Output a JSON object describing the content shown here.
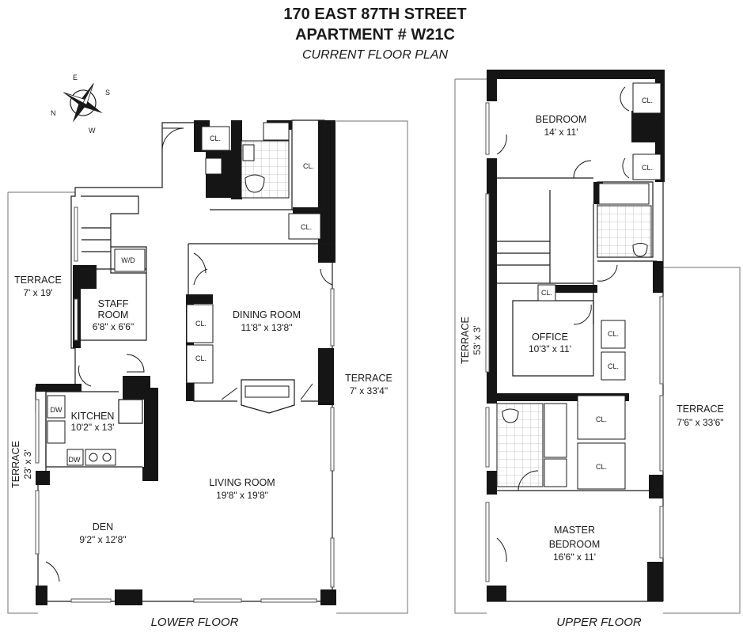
{
  "header": {
    "address": "170 EAST 87TH STREET",
    "apartment": "APARTMENT # W21C",
    "subtitle": "CURRENT FLOOR PLAN"
  },
  "compass": {
    "n": "N",
    "e": "E",
    "s": "S",
    "w": "W"
  },
  "lower_floor": {
    "label": "LOWER FLOOR",
    "rooms": [
      {
        "name": "TERRACE",
        "dims": "7' x 19'"
      },
      {
        "name": "STAFF",
        "name2": "ROOM",
        "dims": "6'8\" x 6'6\""
      },
      {
        "name": "DINING ROOM",
        "dims": "11'8\" x 13'8\""
      },
      {
        "name": "TERRACE",
        "dims": "7' x 33'4\""
      },
      {
        "name": "KITCHEN",
        "dims": "10'2\" x 13'"
      },
      {
        "name": "TERRACE",
        "dims": "23' x 3'"
      },
      {
        "name": "LIVING ROOM",
        "dims": "19'8\" x 19'8\""
      },
      {
        "name": "DEN",
        "dims": "9'2\" x 12'8\""
      }
    ],
    "closet_label": "CL.",
    "wd_label": "W/D",
    "dw_label": "DW"
  },
  "upper_floor": {
    "label": "UPPER FLOOR",
    "rooms": [
      {
        "name": "BEDROOM",
        "dims": "14' x 11'"
      },
      {
        "name": "TERRACE",
        "dims": "53' x 3'"
      },
      {
        "name": "OFFICE",
        "dims": "10'3\" x 11'"
      },
      {
        "name": "TERRACE",
        "dims": "7'6\" x 33'6\""
      },
      {
        "name": "MASTER",
        "name2": "BEDROOM",
        "dims": "16'6\" x 11'"
      }
    ],
    "closet_label": "CL."
  }
}
